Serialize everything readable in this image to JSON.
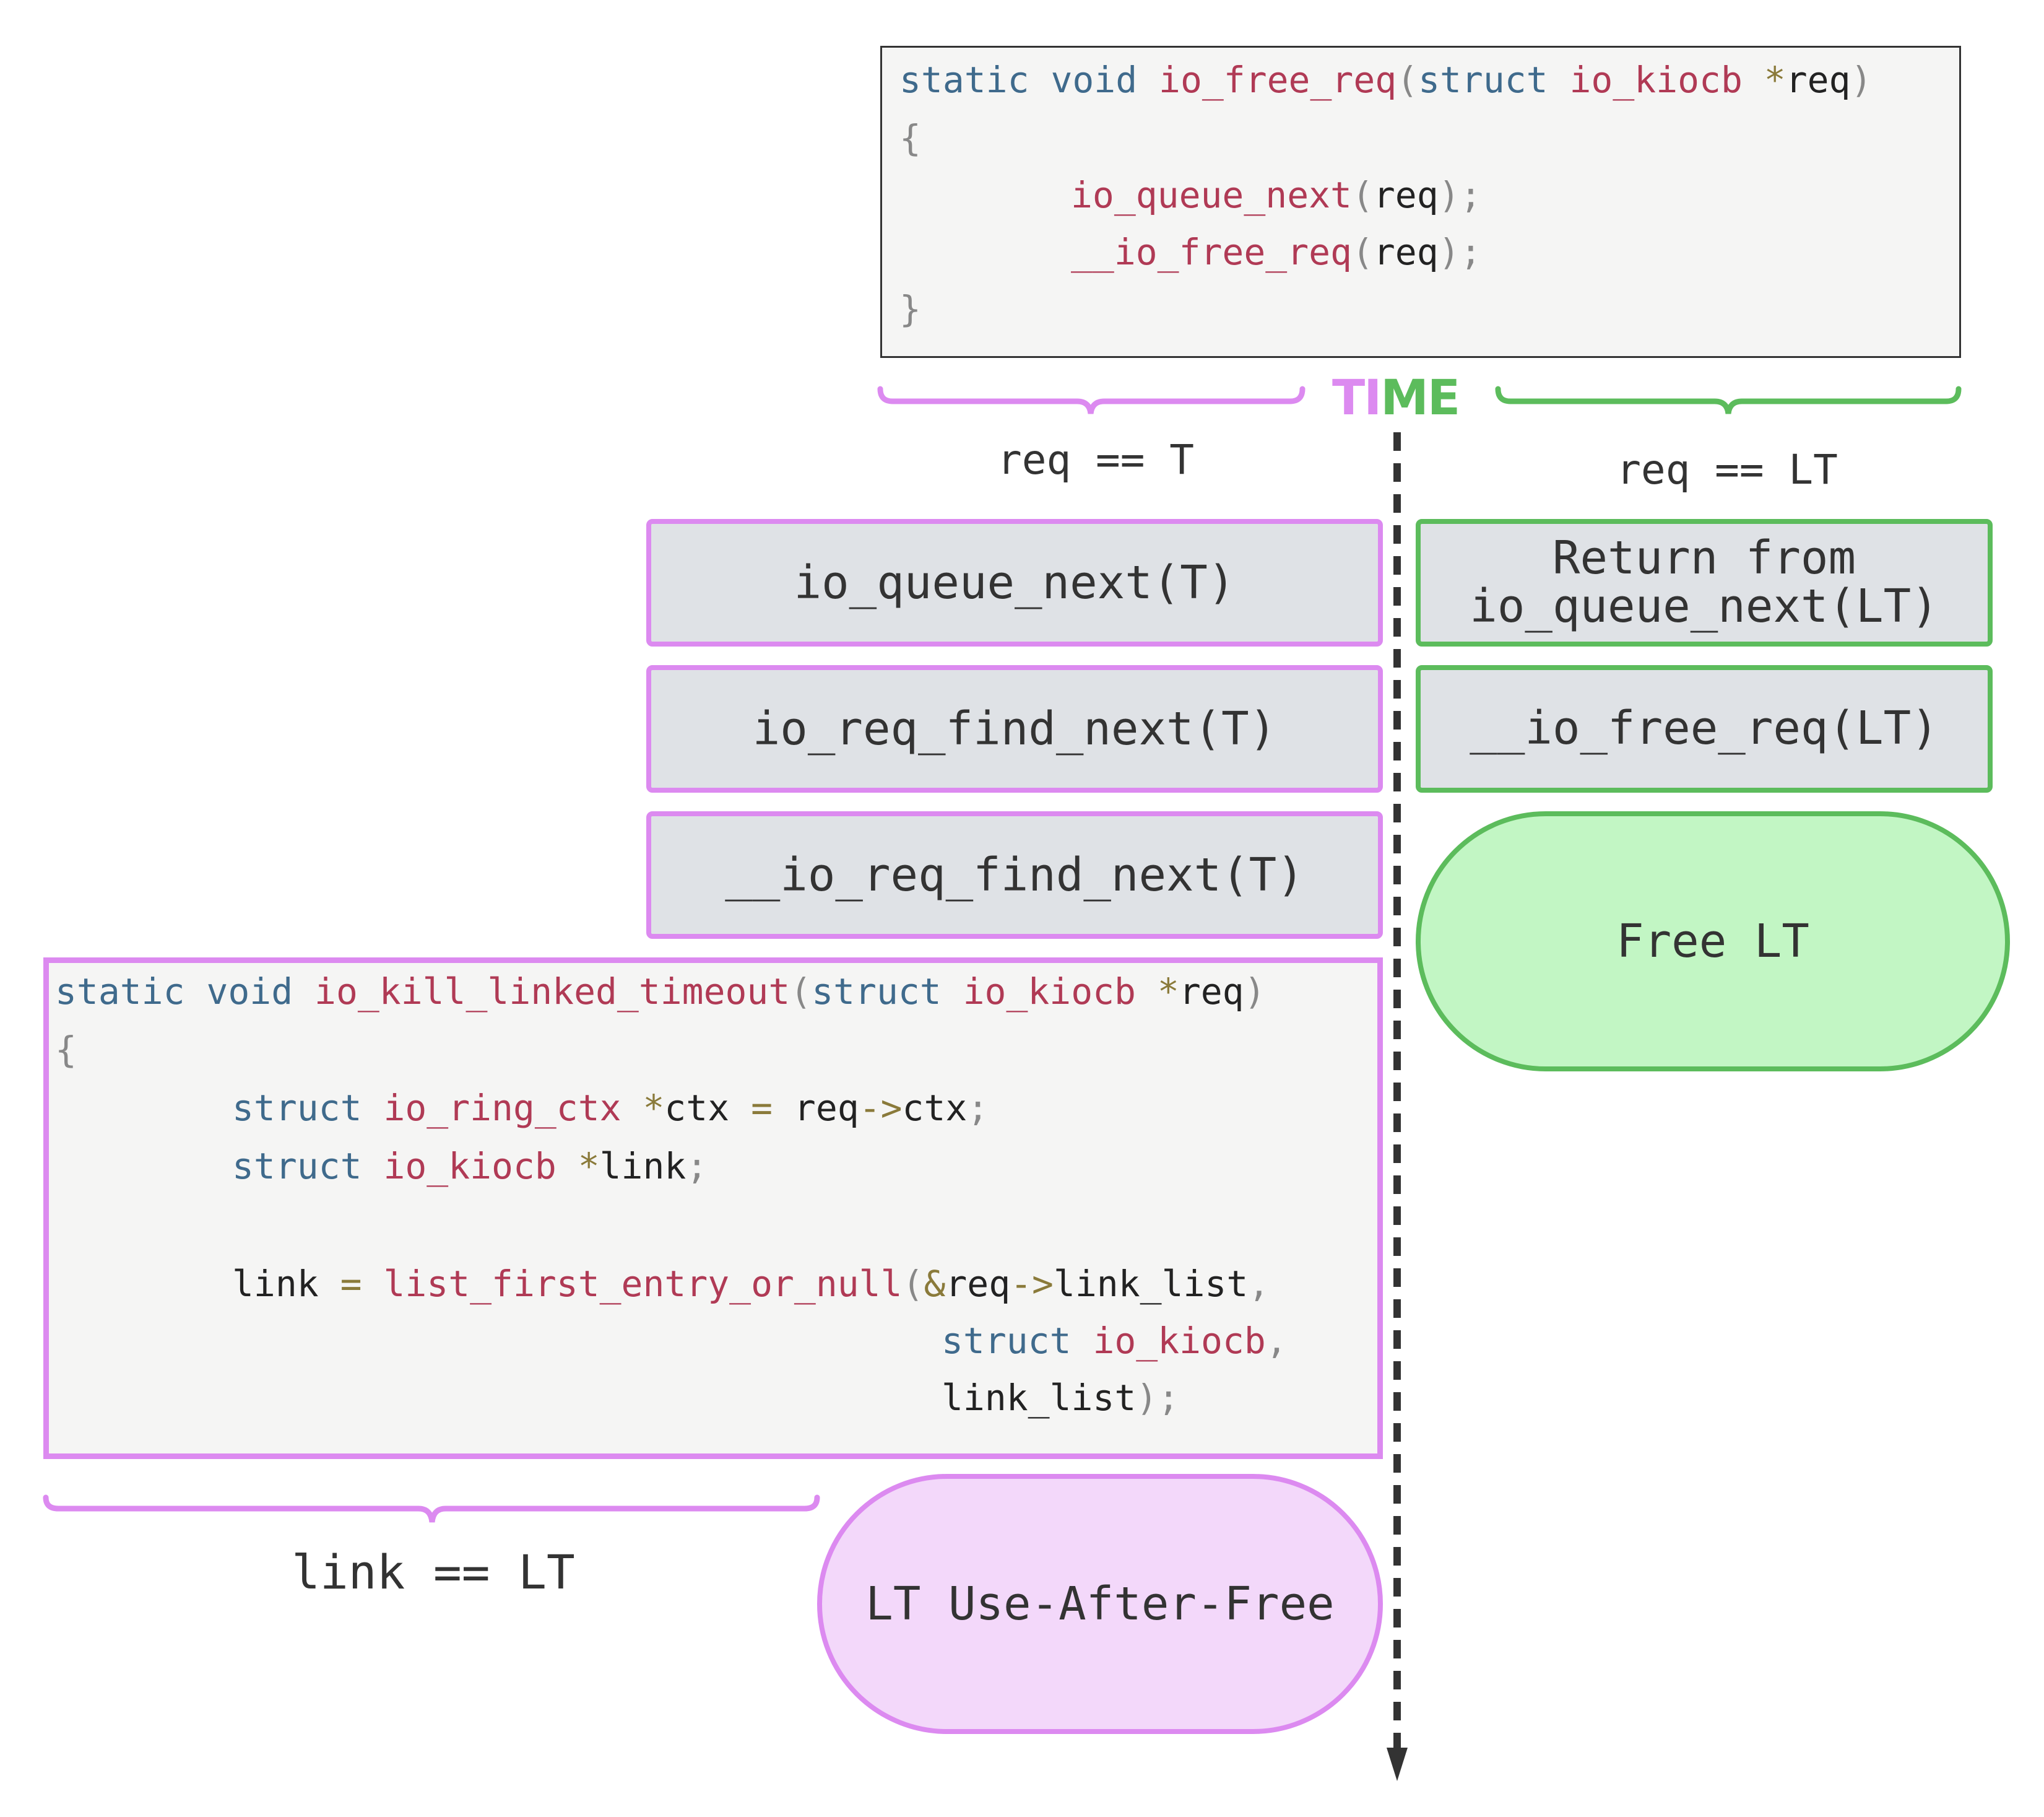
{
  "top_code": {
    "signature_static": "static",
    "signature_void": "void",
    "signature_fn": "io_free_req",
    "signature_paren_open": "(",
    "signature_struct": "struct",
    "signature_type": "io_kiocb",
    "signature_star": "*",
    "signature_arg": "req",
    "signature_paren_close": ")",
    "brace_open": "{",
    "call1_fn": "io_queue_next",
    "call1_open": "(",
    "call1_arg": "req",
    "call1_close": ");",
    "call2_fn": "__io_free_req",
    "call2_open": "(",
    "call2_arg": "req",
    "call2_close": ");",
    "brace_close": "}"
  },
  "time_label": {
    "left": "TI",
    "right": "ME"
  },
  "left_section": {
    "label": "req == T",
    "boxes": [
      "io_queue_next(T)",
      "io_req_find_next(T)",
      "__io_req_find_next(T)"
    ]
  },
  "right_section": {
    "label": "req == LT",
    "box1_line1": "Return from",
    "box1_line2": "io_queue_next(LT)",
    "box2": "__io_free_req(LT)",
    "free_pill": "Free LT"
  },
  "bottom_code": {
    "sig_static": "static",
    "sig_void": "void",
    "sig_fn": "io_kill_linked_timeout",
    "sig_open": "(",
    "sig_struct": "struct",
    "sig_type": "io_kiocb",
    "sig_star": "*",
    "sig_arg": "req",
    "sig_close": ")",
    "brace_open": "{",
    "l1_struct": "struct",
    "l1_type": "io_ring_ctx",
    "l1_star": "*",
    "l1_var": "ctx",
    "l1_eq": "=",
    "l1_req": "req",
    "l1_arrow": "->",
    "l1_field": "ctx",
    "l1_semi": ";",
    "l2_struct": "struct",
    "l2_type": "io_kiocb",
    "l2_star": "*",
    "l2_var": "link",
    "l2_semi": ";",
    "l3_link": "link",
    "l3_eq": "=",
    "l3_fn": "list_first_entry_or_null",
    "l3_open": "(",
    "l3_amp": "&",
    "l3_req": "req",
    "l3_arrow": "->",
    "l3_field": "link_list",
    "l3_comma": ",",
    "l4_struct": "struct",
    "l4_type": "io_kiocb",
    "l4_comma": ",",
    "l5_field": "link_list",
    "l5_close": ");"
  },
  "link_label": "link == LT",
  "uaf_pill": "LT Use-After-Free",
  "colors": {
    "purple": "#dc8af0",
    "green": "#5cbc5c",
    "arrow": "#333333"
  }
}
